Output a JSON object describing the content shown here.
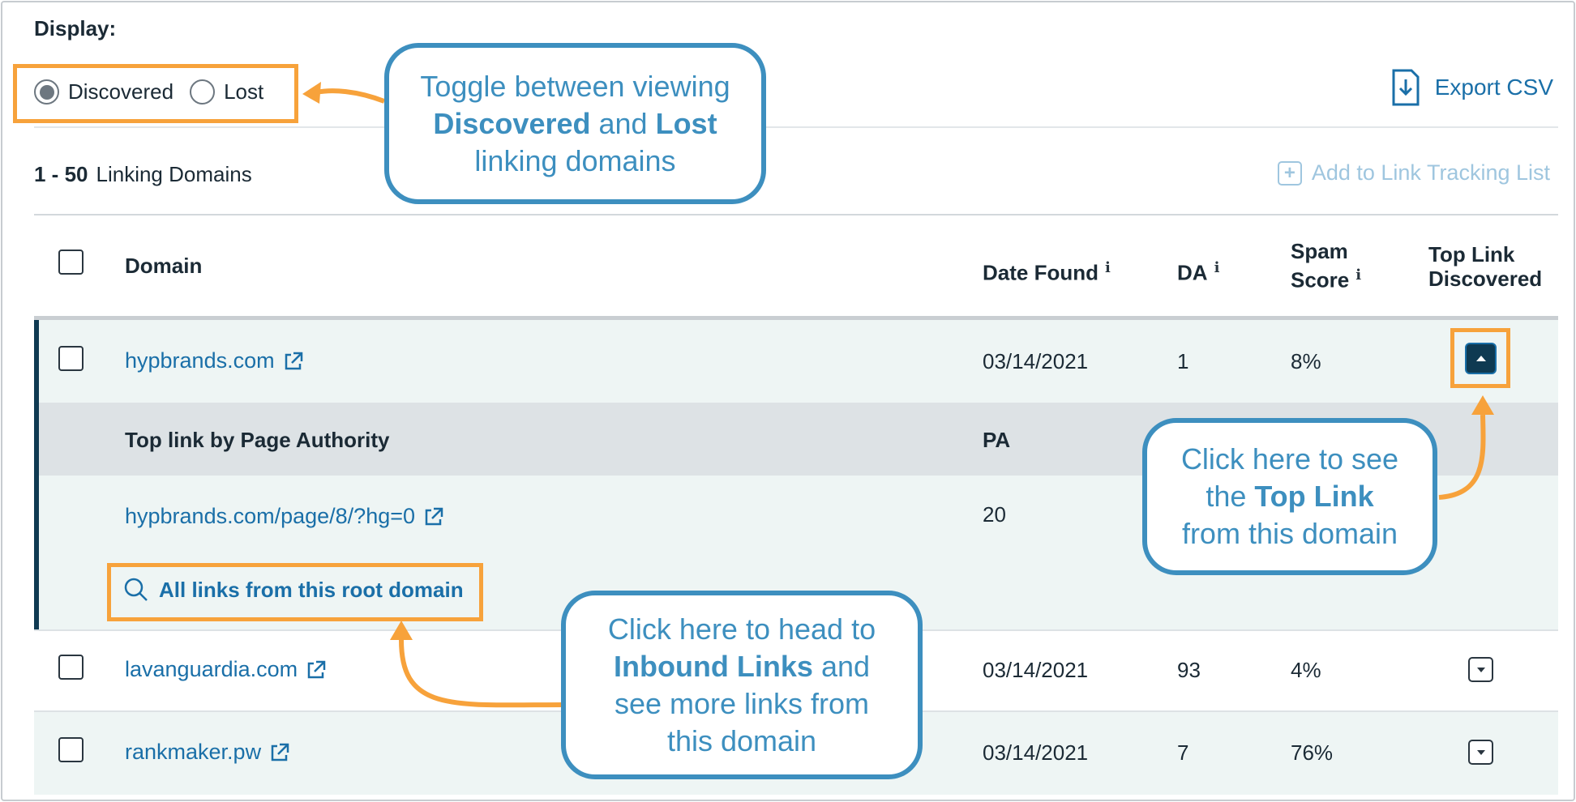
{
  "display": {
    "label": "Display:",
    "options": [
      {
        "label": "Discovered",
        "selected": true
      },
      {
        "label": "Lost",
        "selected": false
      }
    ]
  },
  "export_csv": "Export CSV",
  "summary": {
    "range": "1 - 50",
    "label": "Linking Domains"
  },
  "add_to_tracking": "Add to Link Tracking List",
  "table": {
    "headers": {
      "domain": "Domain",
      "date_found": "Date Found",
      "da": "DA",
      "spam_line1": "Spam",
      "spam_line2": "Score",
      "top_link_line1": "Top Link",
      "top_link_line2": "Discovered",
      "info": "i"
    },
    "rows": [
      {
        "domain": "hypbrands.com",
        "date": "03/14/2021",
        "da": "1",
        "spam": "8%",
        "expanded": true
      },
      {
        "domain": "lavanguardia.com",
        "date": "03/14/2021",
        "da": "93",
        "spam": "4%",
        "expanded": false
      },
      {
        "domain": "rankmaker.pw",
        "date": "03/14/2021",
        "da": "7",
        "spam": "76%",
        "expanded": false
      }
    ],
    "expanded": {
      "subheader_left": "Top link by Page Authority",
      "subheader_right": "PA",
      "top_link": "hypbrands.com/page/8/?hg=0",
      "pa": "20",
      "all_links": "All links from this root domain"
    }
  },
  "callouts": {
    "toggle": {
      "line1": "Toggle between viewing",
      "bold1": "Discovered",
      "mid": " and ",
      "bold2": "Lost",
      "line3": "linking domains"
    },
    "top_link": {
      "line1": "Click here to see",
      "pre": "the ",
      "bold": "Top Link",
      "line3": "from this domain"
    },
    "inbound": {
      "line1": "Click here to head to",
      "bold": "Inbound Links",
      "post": " and",
      "line3": "see more links from",
      "line4": "this domain"
    }
  },
  "colors": {
    "callout_border": "#3d8fbf",
    "highlight": "#f7a23b",
    "link": "#1a6fa8",
    "accent": "#0f3a52"
  }
}
